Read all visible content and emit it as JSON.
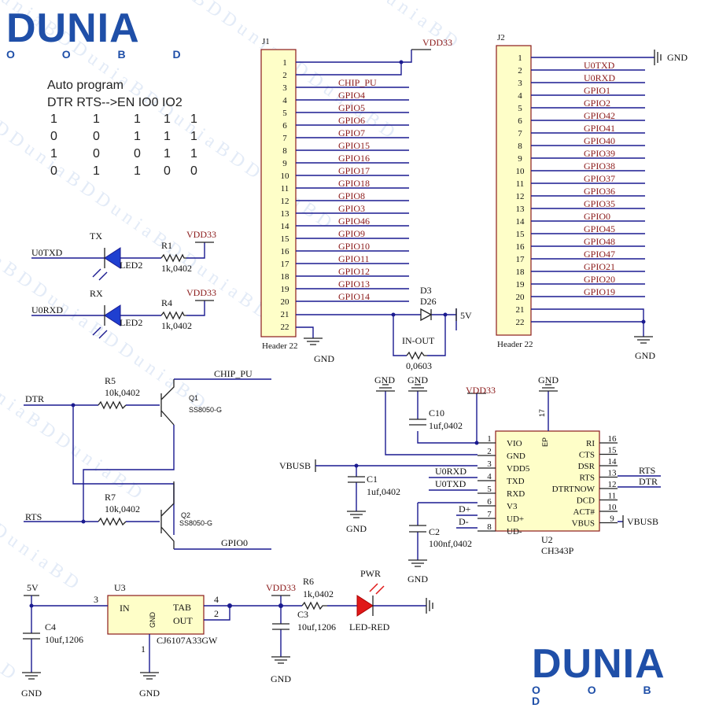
{
  "logo": {
    "main": "DUNIA",
    "sub": "O O B D"
  },
  "table": {
    "title": "Auto program",
    "header": "DTR RTS-->EN IO0 IO2",
    "rows": [
      [
        "1",
        "1",
        "1",
        "1",
        "1"
      ],
      [
        "0",
        "0",
        "1",
        "1",
        "1"
      ],
      [
        "1",
        "0",
        "0",
        "1",
        "1"
      ],
      [
        "0",
        "1",
        "1",
        "0",
        "0"
      ]
    ]
  },
  "j1": {
    "name": "J1",
    "footer": "Header 22",
    "pins": [
      "1",
      "2",
      "3",
      "4",
      "5",
      "6",
      "7",
      "8",
      "9",
      "10",
      "11",
      "12",
      "13",
      "14",
      "15",
      "16",
      "17",
      "18",
      "19",
      "20",
      "21",
      "22"
    ],
    "nets": [
      "",
      "",
      "CHIP_PU",
      "GPIO4",
      "GPIO5",
      "GPIO6",
      "GPIO7",
      "GPIO15",
      "GPIO16",
      "GPIO17",
      "GPIO18",
      "GPIO8",
      "GPIO3",
      "GPIO46",
      "GPIO9",
      "GPIO10",
      "GPIO11",
      "GPIO12",
      "GPIO13",
      "GPIO14",
      "",
      ""
    ],
    "vdd": "VDD33"
  },
  "j2": {
    "name": "J2",
    "footer": "Header 22",
    "pins": [
      "1",
      "2",
      "3",
      "4",
      "5",
      "6",
      "7",
      "8",
      "9",
      "10",
      "11",
      "12",
      "13",
      "14",
      "15",
      "16",
      "17",
      "18",
      "19",
      "20",
      "21",
      "22"
    ],
    "nets": [
      "",
      "U0TXD",
      "U0RXD",
      "GPIO1",
      "GPIO2",
      "GPIO42",
      "GPIO41",
      "GPIO40",
      "GPIO39",
      "GPIO38",
      "GPIO37",
      "GPIO36",
      "GPIO35",
      "GPIO0",
      "GPIO45",
      "GPIO48",
      "GPIO47",
      "GPIO21",
      "GPIO20",
      "GPIO19",
      "",
      ""
    ],
    "gnd": "GND"
  },
  "diode": {
    "ref": "D3",
    "val": "D26",
    "v5": "5V",
    "fuse_label": "IN-OUT",
    "fuse_val": "0,0603",
    "gnd": "GND"
  },
  "leds": {
    "tx": {
      "name": "TX",
      "net": "U0TXD",
      "led": "LED2",
      "r": "R1",
      "rv": "1k,0402",
      "vdd": "VDD33"
    },
    "rx": {
      "name": "RX",
      "net": "U0RXD",
      "led": "LED2",
      "r": "R4",
      "rv": "1k,0402",
      "vdd": "VDD33"
    }
  },
  "auto": {
    "dtr": "DTR",
    "rts": "RTS",
    "r5": "R5",
    "r5v": "10k,0402",
    "r7": "R7",
    "r7v": "10k,0402",
    "q1": "Q1",
    "q1v": "SS8050-G",
    "q2": "Q2",
    "q2v": "SS8050-G",
    "chip_pu": "CHIP_PU",
    "gpio0": "GPIO0"
  },
  "ch343": {
    "ref": "U2",
    "part": "CH343P",
    "left_pins": [
      "1",
      "2",
      "3",
      "4",
      "5",
      "6",
      "7",
      "8"
    ],
    "left_names": [
      "VIO",
      "GND",
      "VDD5",
      "TXD",
      "RXD",
      "V3",
      "UD+",
      "UD-"
    ],
    "right_pins": [
      "16",
      "15",
      "14",
      "13",
      "12",
      "11",
      "10",
      "9"
    ],
    "right_names": [
      "RI",
      "CTS",
      "DSR",
      "RTS",
      "DTRTNOW",
      "DCD",
      "ACT#",
      "VBUS"
    ],
    "ep": "EP",
    "ep_pin": "17",
    "u0rxd": "U0RXD",
    "u0txd": "U0TXD",
    "dp": "D+",
    "dm": "D-",
    "rts": "RTS",
    "dtr": "DTR",
    "vbus_l": "VBUSB",
    "vbus_r": "VBUSB",
    "vdd": "VDD33",
    "gnd": "GND",
    "c10": "C10",
    "c10v": "1uf,0402",
    "c1": "C1",
    "c1v": "1uf,0402",
    "c2": "C2",
    "c2v": "100nf,0402"
  },
  "reg": {
    "ref": "U3",
    "part": "CJ6107A33GW",
    "in": "IN",
    "tab": "TAB",
    "out": "OUT",
    "gnd_pin": "GND",
    "pin3": "3",
    "pin4": "4",
    "pin2": "2",
    "pin1": "1",
    "v5": "5V",
    "c4": "C4",
    "c4v": "10uf,1206",
    "vdd": "VDD33",
    "c3": "C3",
    "c3v": "10uf,1206",
    "r6": "R6",
    "r6v": "1k,0402",
    "pwr": "PWR",
    "led": "LED-RED",
    "gnd": "GND"
  }
}
